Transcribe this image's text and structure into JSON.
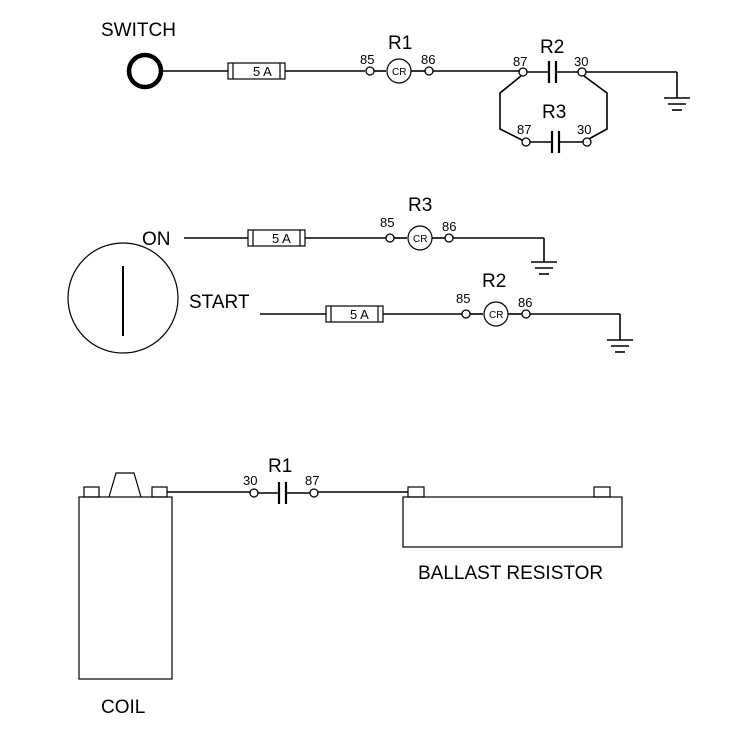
{
  "diagram": {
    "switch_label": "SWITCH",
    "on_label": "ON",
    "start_label": "START",
    "ballast_label": "BALLAST RESISTOR",
    "coil_label": "COIL"
  },
  "fuses": {
    "f1": "5 A",
    "f2": "5 A",
    "f3": "5 A"
  },
  "relays": {
    "r1_coil": {
      "name": "R1",
      "in": "85",
      "out": "86",
      "coil": "CR"
    },
    "r2_contact": {
      "name": "R2",
      "in": "87",
      "out": "30"
    },
    "r3_contact": {
      "name": "R3",
      "in": "87",
      "out": "30"
    },
    "r3_coil": {
      "name": "R3",
      "in": "85",
      "out": "86",
      "coil": "CR"
    },
    "r2_coil": {
      "name": "R2",
      "in": "85",
      "out": "86",
      "coil": "CR"
    },
    "r1_contact": {
      "name": "R1",
      "in": "30",
      "out": "87"
    }
  }
}
